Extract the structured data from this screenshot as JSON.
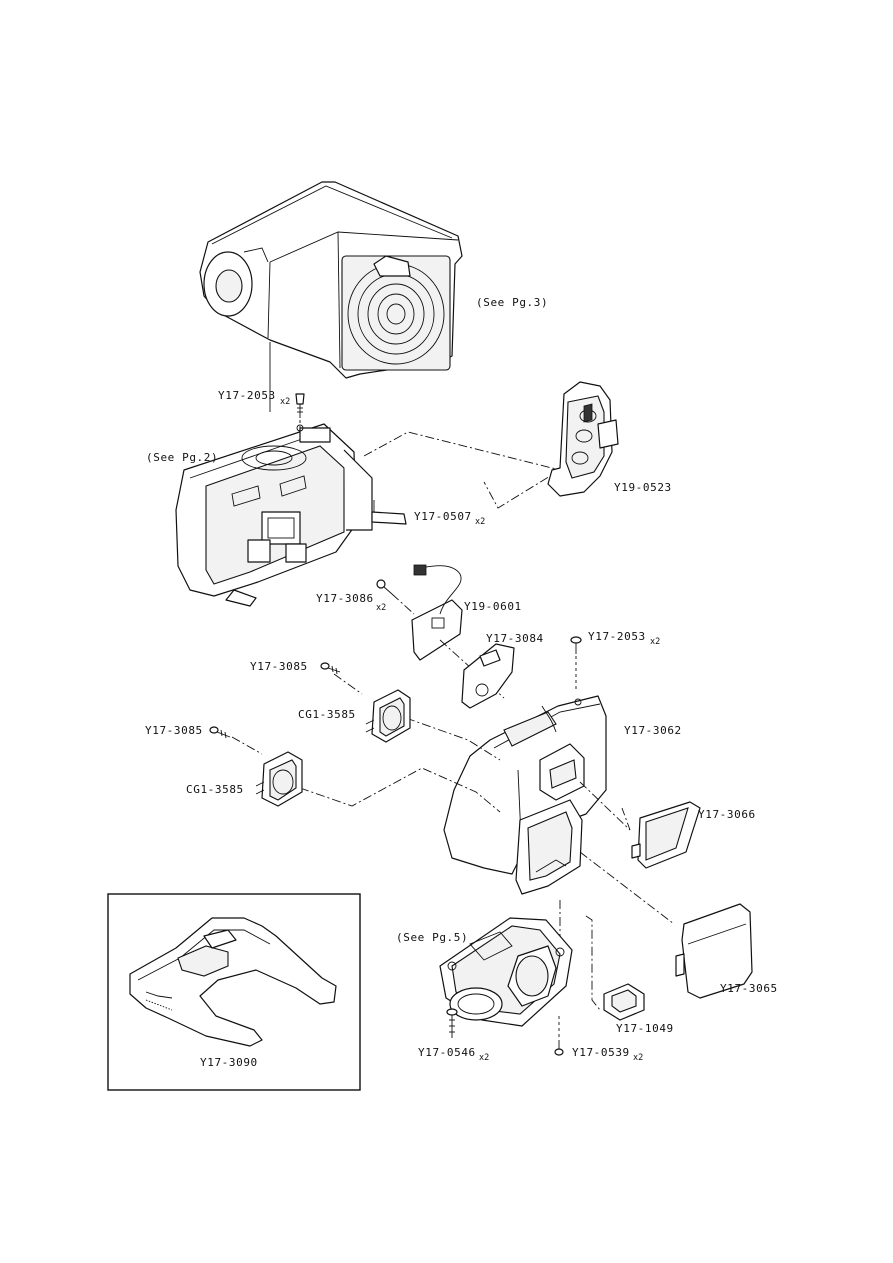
{
  "labels": {
    "see_pg3": "(See Pg.3)",
    "see_pg2": "(See Pg.2)",
    "see_pg5": "(See Pg.5)",
    "y17_2053_top": "Y17-2053",
    "y17_0507": "Y17-0507",
    "y19_0523": "Y19-0523",
    "y17_3086": "Y17-3086",
    "y19_0601": "Y19-0601",
    "y17_3084": "Y17-3084",
    "y17_2053_right": "Y17-2053",
    "y17_3085_a": "Y17-3085",
    "cg1_3585_a": "CG1-3585",
    "y17_3085_b": "Y17-3085",
    "cg1_3585_b": "CG1-3585",
    "y17_3062": "Y17-3062",
    "y17_3066": "Y17-3066",
    "y17_3065": "Y17-3065",
    "y17_1049": "Y17-1049",
    "y17_0546": "Y17-0546",
    "y17_0539": "Y17-0539",
    "y17_3090": "Y17-3090"
  },
  "quantities": {
    "y17_2053_top": "x2",
    "y17_0507": "x2",
    "y17_3086": "x2",
    "y17_2053_right": "x2",
    "y17_0546": "x2",
    "y17_0539": "x2"
  }
}
